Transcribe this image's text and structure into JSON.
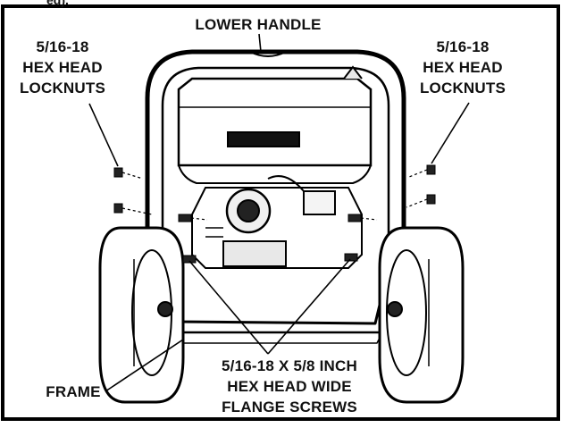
{
  "figure": {
    "cropped_text": "ed).",
    "labels": {
      "lower_handle": "LOWER HANDLE",
      "locknuts_left": [
        "5/16-18",
        "HEX HEAD",
        "LOCKNUTS"
      ],
      "locknuts_right": [
        "5/16-18",
        "HEX HEAD",
        "LOCKNUTS"
      ],
      "flange_screws": [
        "5/16-18 X 5/8 INCH",
        "HEX HEAD WIDE",
        "FLANGE SCREWS"
      ],
      "frame": "FRAME"
    }
  }
}
